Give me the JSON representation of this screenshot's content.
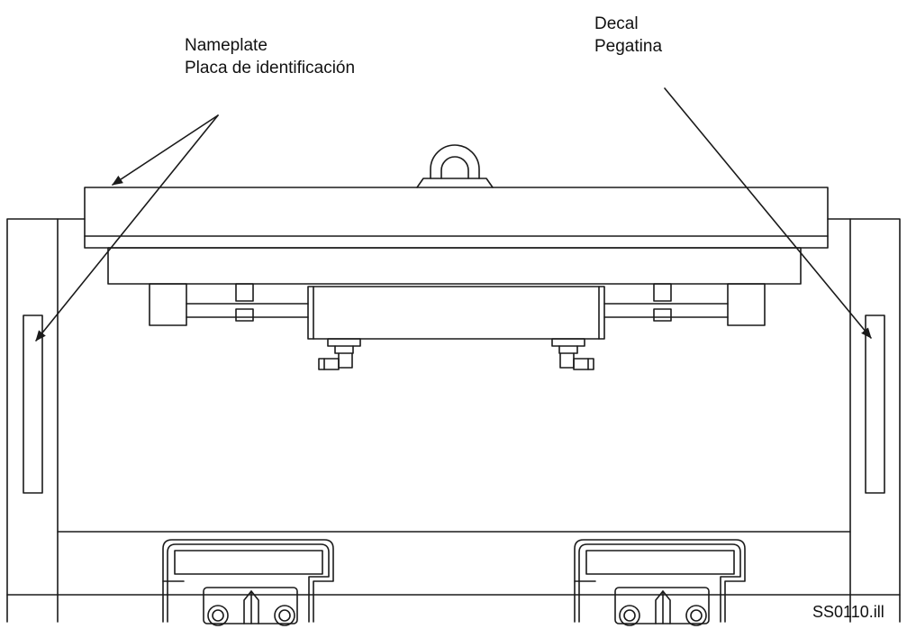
{
  "callouts": {
    "nameplate": {
      "line1": "Nameplate",
      "line2": "Placa de identificación"
    },
    "decal": {
      "line1": "Decal",
      "line2": "Pegatina"
    }
  },
  "figure_id": "SS0110.ill",
  "colors": {
    "stroke": "#1a1a1a",
    "background": "#ffffff"
  }
}
